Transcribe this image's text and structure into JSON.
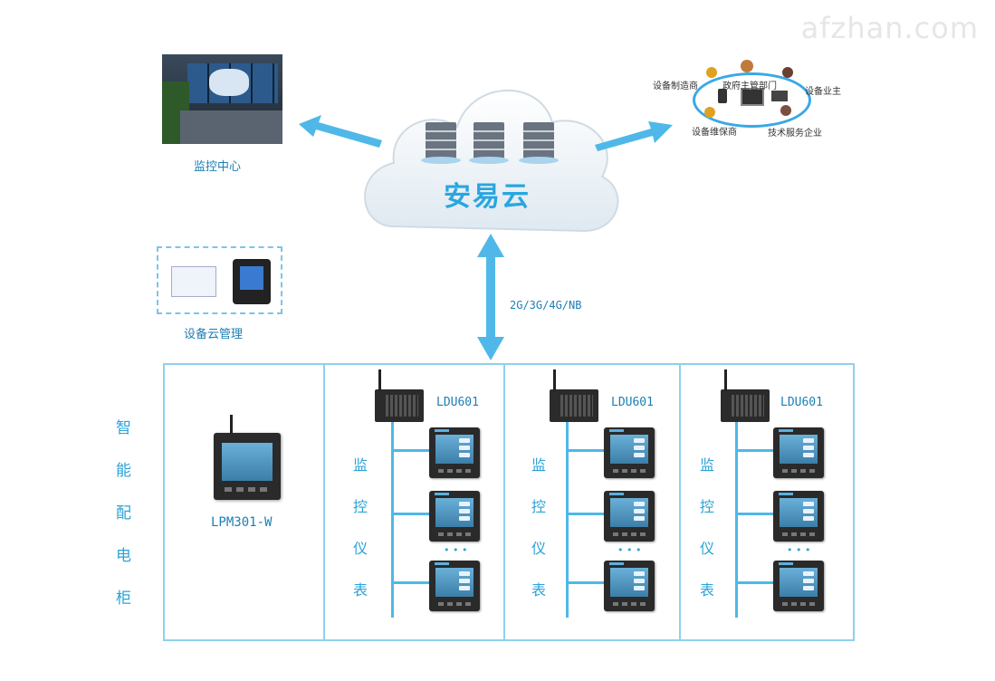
{
  "watermark": "afzhan.com",
  "cloud": {
    "title": "安易云"
  },
  "monitor_center": {
    "label": "监控中心"
  },
  "device_cloud_mgmt": {
    "label": "设备云管理"
  },
  "network": {
    "label": "2G/3G/4G/NB"
  },
  "stakeholders": {
    "top": "政府主管部门",
    "left": "设备制造商",
    "right": "设备业主",
    "bottom_left": "设备维保商",
    "bottom_right": "技术服务企业"
  },
  "cabinet": {
    "chars": [
      "智",
      "能",
      "配",
      "电",
      "柜"
    ]
  },
  "lpm": {
    "label": "LPM301-W"
  },
  "groups": [
    {
      "ldu": "LDU601",
      "chars": [
        "监",
        "控",
        "仪",
        "表"
      ],
      "dots": "• • •"
    },
    {
      "ldu": "LDU601",
      "chars": [
        "监",
        "控",
        "仪",
        "表"
      ],
      "dots": "• • •"
    },
    {
      "ldu": "LDU601",
      "chars": [
        "监",
        "控",
        "仪",
        "表"
      ],
      "dots": "• • •"
    }
  ],
  "colors": {
    "accent": "#4fb8e8",
    "text": "#1b7fb4",
    "border": "#8fd0ee"
  }
}
